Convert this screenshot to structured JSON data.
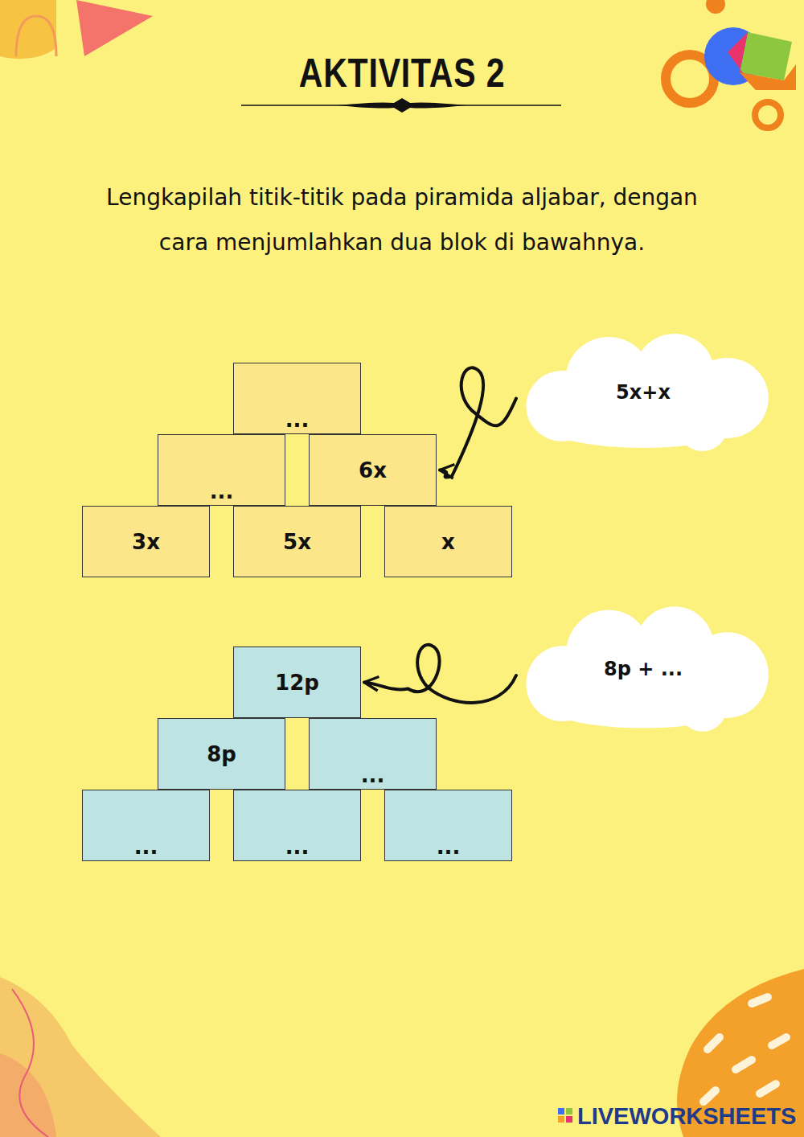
{
  "diagram": {
    "title": "AKTIVITAS 2",
    "nodes": [
      {
        "text": [
          "..."
        ]
      },
      {
        "text": [
          "5x+x"
        ]
      },
      {
        "text": [
          "..."
        ]
      },
      {
        "text": [
          "6x"
        ]
      },
      {
        "text": [
          "3x"
        ]
      },
      {
        "text": [
          "5x"
        ]
      },
      {
        "text": [
          "x"
        ]
      },
      {
        "text": [
          "12p"
        ]
      },
      {
        "text": [
          "8p + ..."
        ]
      },
      {
        "text": [
          "8p"
        ]
      },
      {
        "text": [
          "..."
        ]
      },
      {
        "text": [
          "..."
        ]
      },
      {
        "text": [
          "..."
        ]
      },
      {
        "text": [
          "..."
        ]
      }
    ],
    "edges": [
      {
        "from": 1,
        "to": 3,
        "arrow": "to"
      },
      {
        "from": 8,
        "to": 7,
        "arrow": "to"
      }
    ],
    "labels": [
      "Lengkapilah titik-titik pada piramida aljabar, dengan cara menjumlahkan dua blok di bawahnya.",
      "LIVEWORKSHEETS"
    ]
  }
}
